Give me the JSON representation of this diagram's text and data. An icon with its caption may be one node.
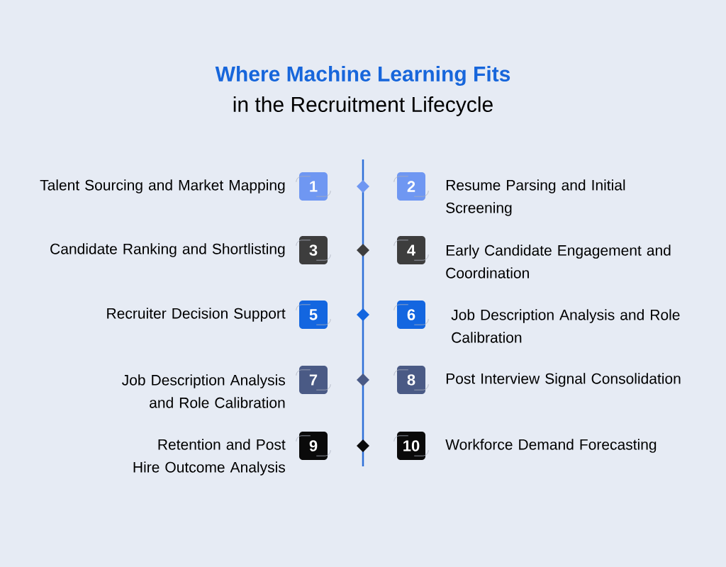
{
  "diagram": {
    "title": "Where Machine Learning Fits",
    "labels": [
      "in the Recruitment Lifecycle"
    ],
    "nodes": [
      {
        "text": [
          "1"
        ],
        "beside": [
          "Talent Sourcing and Market Mapping"
        ]
      },
      {
        "text": [
          "2"
        ],
        "beside": [
          "Resume Parsing and Initial Screening"
        ]
      },
      {
        "text": [
          "3"
        ],
        "beside": [
          "Candidate Ranking and Shortlisting"
        ]
      },
      {
        "text": [
          "4"
        ],
        "beside": [
          "Early Candidate Engagement and Coordination"
        ]
      },
      {
        "text": [
          "5"
        ],
        "beside": [
          "Recruiter Decision Support"
        ]
      },
      {
        "text": [
          "6"
        ],
        "beside": [
          "Job Description Analysis and Role Calibration"
        ]
      },
      {
        "text": [
          "7"
        ],
        "beside": [
          "Job Description Analysis and Role Calibration"
        ]
      },
      {
        "text": [
          "8"
        ],
        "beside": [
          "Post Interview Signal Consolidation"
        ]
      },
      {
        "text": [
          "9"
        ],
        "beside": [
          "Retention and Post Hire Outcome Analysis"
        ]
      },
      {
        "text": [
          "10"
        ],
        "beside": [
          "Workforce Demand Forecasting"
        ]
      }
    ]
  }
}
